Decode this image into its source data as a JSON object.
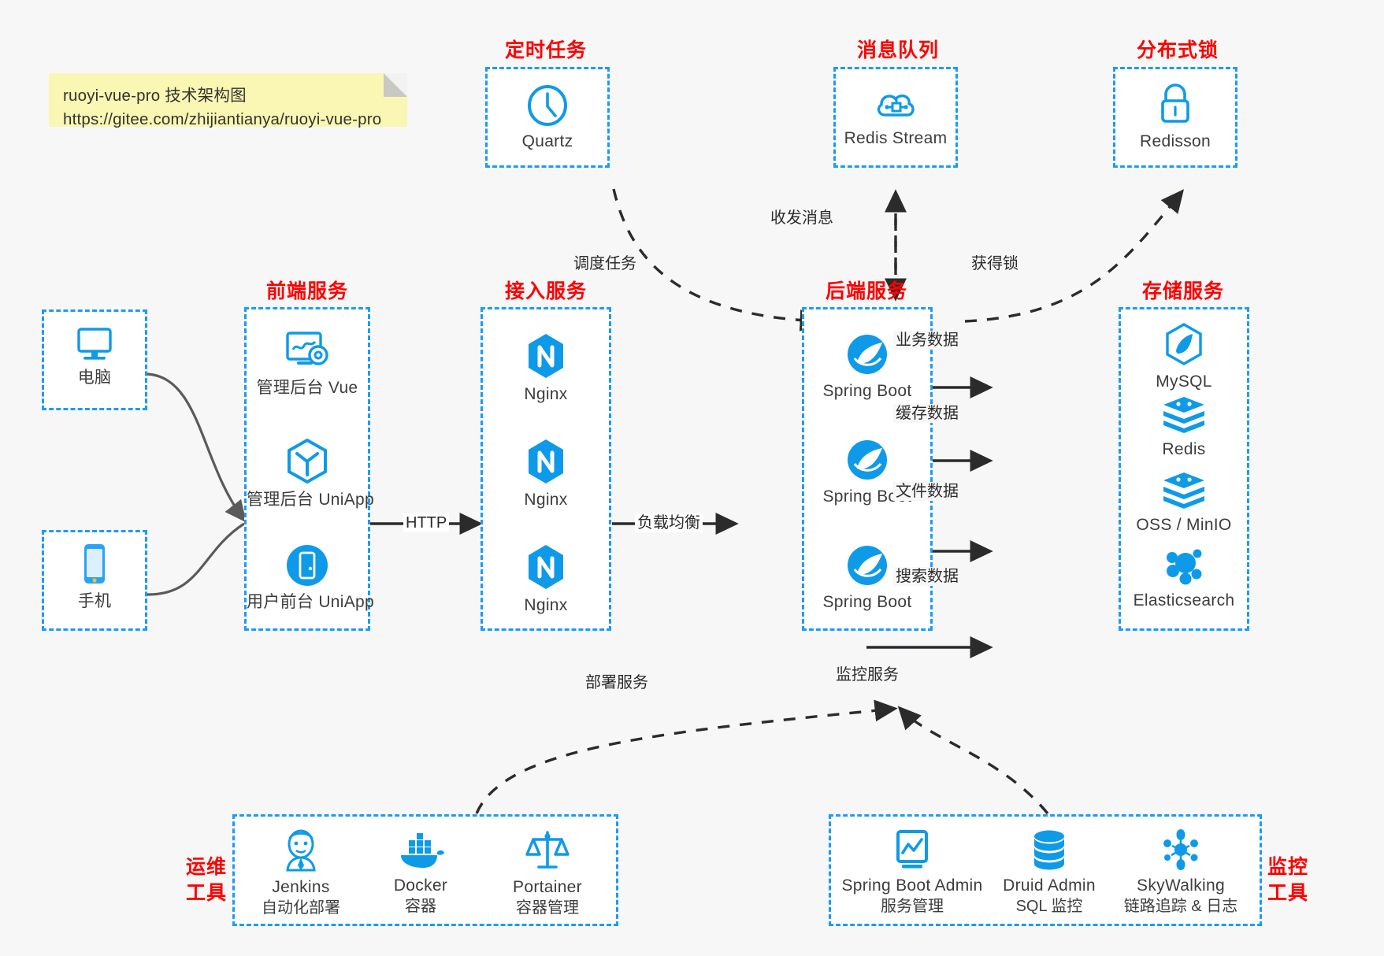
{
  "note": {
    "line1": "ruoyi-vue-pro 技术架构图",
    "line2": "https://gitee.com/zhijiantianya/ruoyi-vue-pro"
  },
  "colors": {
    "accent_blue": "#1a9bfc",
    "icon_blue": "#0e9ae8",
    "title_red": "#ff0000",
    "background": "#f7f7f7",
    "note_yellow": "#faf6b4",
    "arrow_dark": "#2b2b2b",
    "client_arrow_gray": "#5a5a5a"
  },
  "groups": {
    "scheduled_task": {
      "title": "定时任务",
      "nodes": [
        {
          "label": "Quartz",
          "icon": "clock-icon"
        }
      ]
    },
    "message_queue": {
      "title": "消息队列",
      "nodes": [
        {
          "label": "Redis Stream",
          "icon": "cloud-stream-icon"
        }
      ]
    },
    "distributed_lock": {
      "title": "分布式锁",
      "nodes": [
        {
          "label": "Redisson",
          "icon": "lock-icon"
        }
      ]
    },
    "client_pc": {
      "title": "",
      "nodes": [
        {
          "label": "电脑",
          "icon": "desktop-monitor-icon"
        }
      ]
    },
    "client_phone": {
      "title": "",
      "nodes": [
        {
          "label": "手机",
          "icon": "smartphone-icon"
        }
      ]
    },
    "frontend": {
      "title": "前端服务",
      "nodes": [
        {
          "label": "管理后台 Vue",
          "icon": "dashboard-gear-icon"
        },
        {
          "label": "管理后台 UniApp",
          "icon": "hexagon-cube-icon"
        },
        {
          "label": "用户前台 UniApp",
          "icon": "mobile-circle-icon"
        }
      ]
    },
    "gateway": {
      "title": "接入服务",
      "nodes": [
        {
          "label": "Nginx",
          "icon": "nginx-icon"
        },
        {
          "label": "Nginx",
          "icon": "nginx-icon"
        },
        {
          "label": "Nginx",
          "icon": "nginx-icon"
        }
      ]
    },
    "backend": {
      "title": "后端服务",
      "nodes": [
        {
          "label": "Spring Boot",
          "icon": "spring-leaf-icon"
        },
        {
          "label": "Spring Boot",
          "icon": "spring-leaf-icon"
        },
        {
          "label": "Spring Boot",
          "icon": "spring-leaf-icon"
        }
      ]
    },
    "storage": {
      "title": "存储服务",
      "nodes": [
        {
          "label": "MySQL",
          "icon": "mysql-dolphin-icon"
        },
        {
          "label": "Redis",
          "icon": "redis-stack-icon"
        },
        {
          "label": "OSS / MinIO",
          "icon": "redis-stack-icon"
        },
        {
          "label": "Elasticsearch",
          "icon": "elasticsearch-icon"
        }
      ]
    },
    "devops": {
      "title": "运维\n工具",
      "title_line1": "运维",
      "title_line2": "工具",
      "nodes": [
        {
          "label": "Jenkins",
          "sublabel": "自动化部署",
          "icon": "jenkins-butler-icon"
        },
        {
          "label": "Docker",
          "sublabel": "容器",
          "icon": "docker-whale-icon"
        },
        {
          "label": "Portainer",
          "sublabel": "容器管理",
          "icon": "scales-balance-icon"
        }
      ]
    },
    "monitoring": {
      "title_line1": "监控",
      "title_line2": "工具",
      "nodes": [
        {
          "label": "Spring Boot Admin",
          "sublabel": "服务管理",
          "icon": "monitor-chart-icon"
        },
        {
          "label": "Druid Admin",
          "sublabel": "SQL 监控",
          "icon": "database-cylinder-icon"
        },
        {
          "label": "SkyWalking",
          "sublabel": "链路追踪 & 日志",
          "icon": "skywalking-node-icon"
        }
      ]
    }
  },
  "edges": {
    "http": "HTTP",
    "load_balance": "负载均衡",
    "schedule_task": "调度任务",
    "send_receive_message": "收发消息",
    "acquire_lock": "获得锁",
    "business_data": "业务数据",
    "cache_data": "缓存数据",
    "file_data": "文件数据",
    "search_data": "搜索数据",
    "deploy_service": "部署服务",
    "monitor_service": "监控服务"
  }
}
